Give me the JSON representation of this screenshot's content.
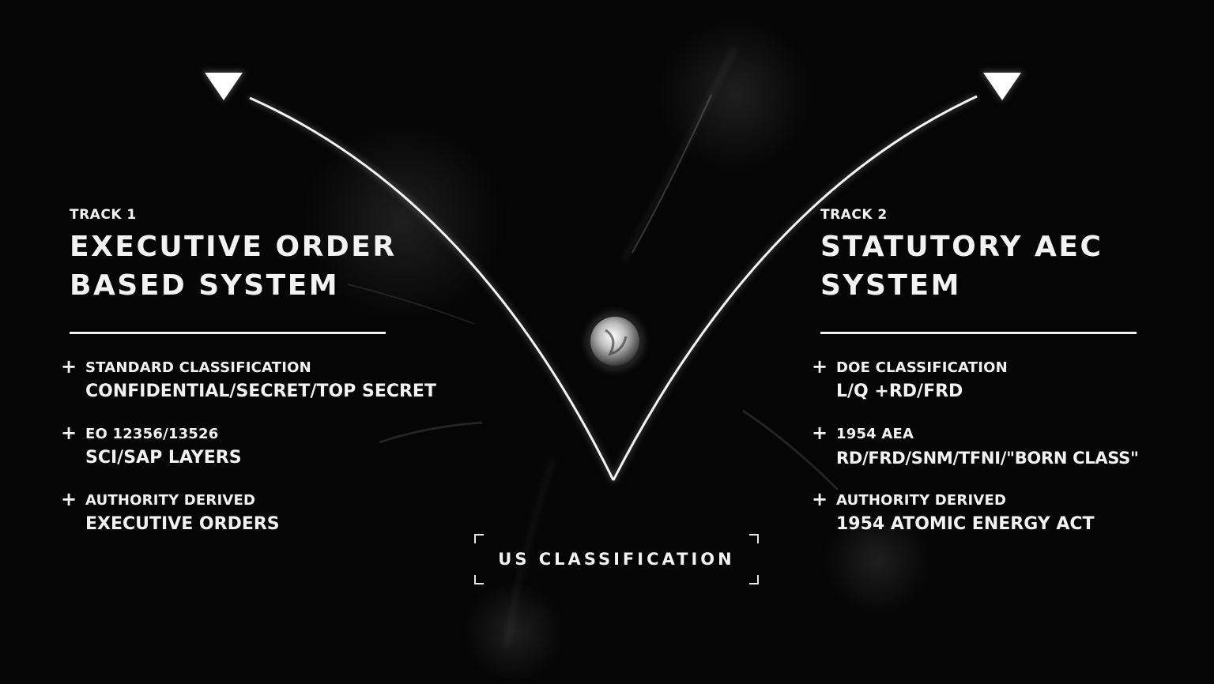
{
  "track1": {
    "label": "TRACK 1",
    "title_line1": "EXECUTIVE ORDER",
    "title_line2": "BASED SYSTEM",
    "items": [
      {
        "head": "STANDARD CLASSIFICATION",
        "value": "CONFIDENTIAL/SECRET/TOP SECRET"
      },
      {
        "head": "EO 12356/13526",
        "value": "SCI/SAP LAYERS"
      },
      {
        "head": "AUTHORITY DERIVED",
        "value": "EXECUTIVE ORDERS"
      }
    ]
  },
  "track2": {
    "label": "TRACK 2",
    "title_line1": "STATUTORY AEC",
    "title_line2": "SYSTEM",
    "items": [
      {
        "head": "DOE CLASSIFICATION",
        "value": "L/Q +RD/FRD"
      },
      {
        "head": "1954 AEA",
        "value": "RD/FRD/SNM/TFNI/\"BORN CLASS\""
      },
      {
        "head": "AUTHORITY DERIVED",
        "value": "1954 ATOMIC ENERGY ACT"
      }
    ]
  },
  "center": {
    "label": "US CLASSIFICATION"
  },
  "icons": {
    "plus": "+",
    "markers": [
      "triangle-down-icon",
      "triangle-down-icon",
      "orb-icon"
    ]
  },
  "colors": {
    "background": "#050505",
    "foreground": "#f2f2f2"
  }
}
